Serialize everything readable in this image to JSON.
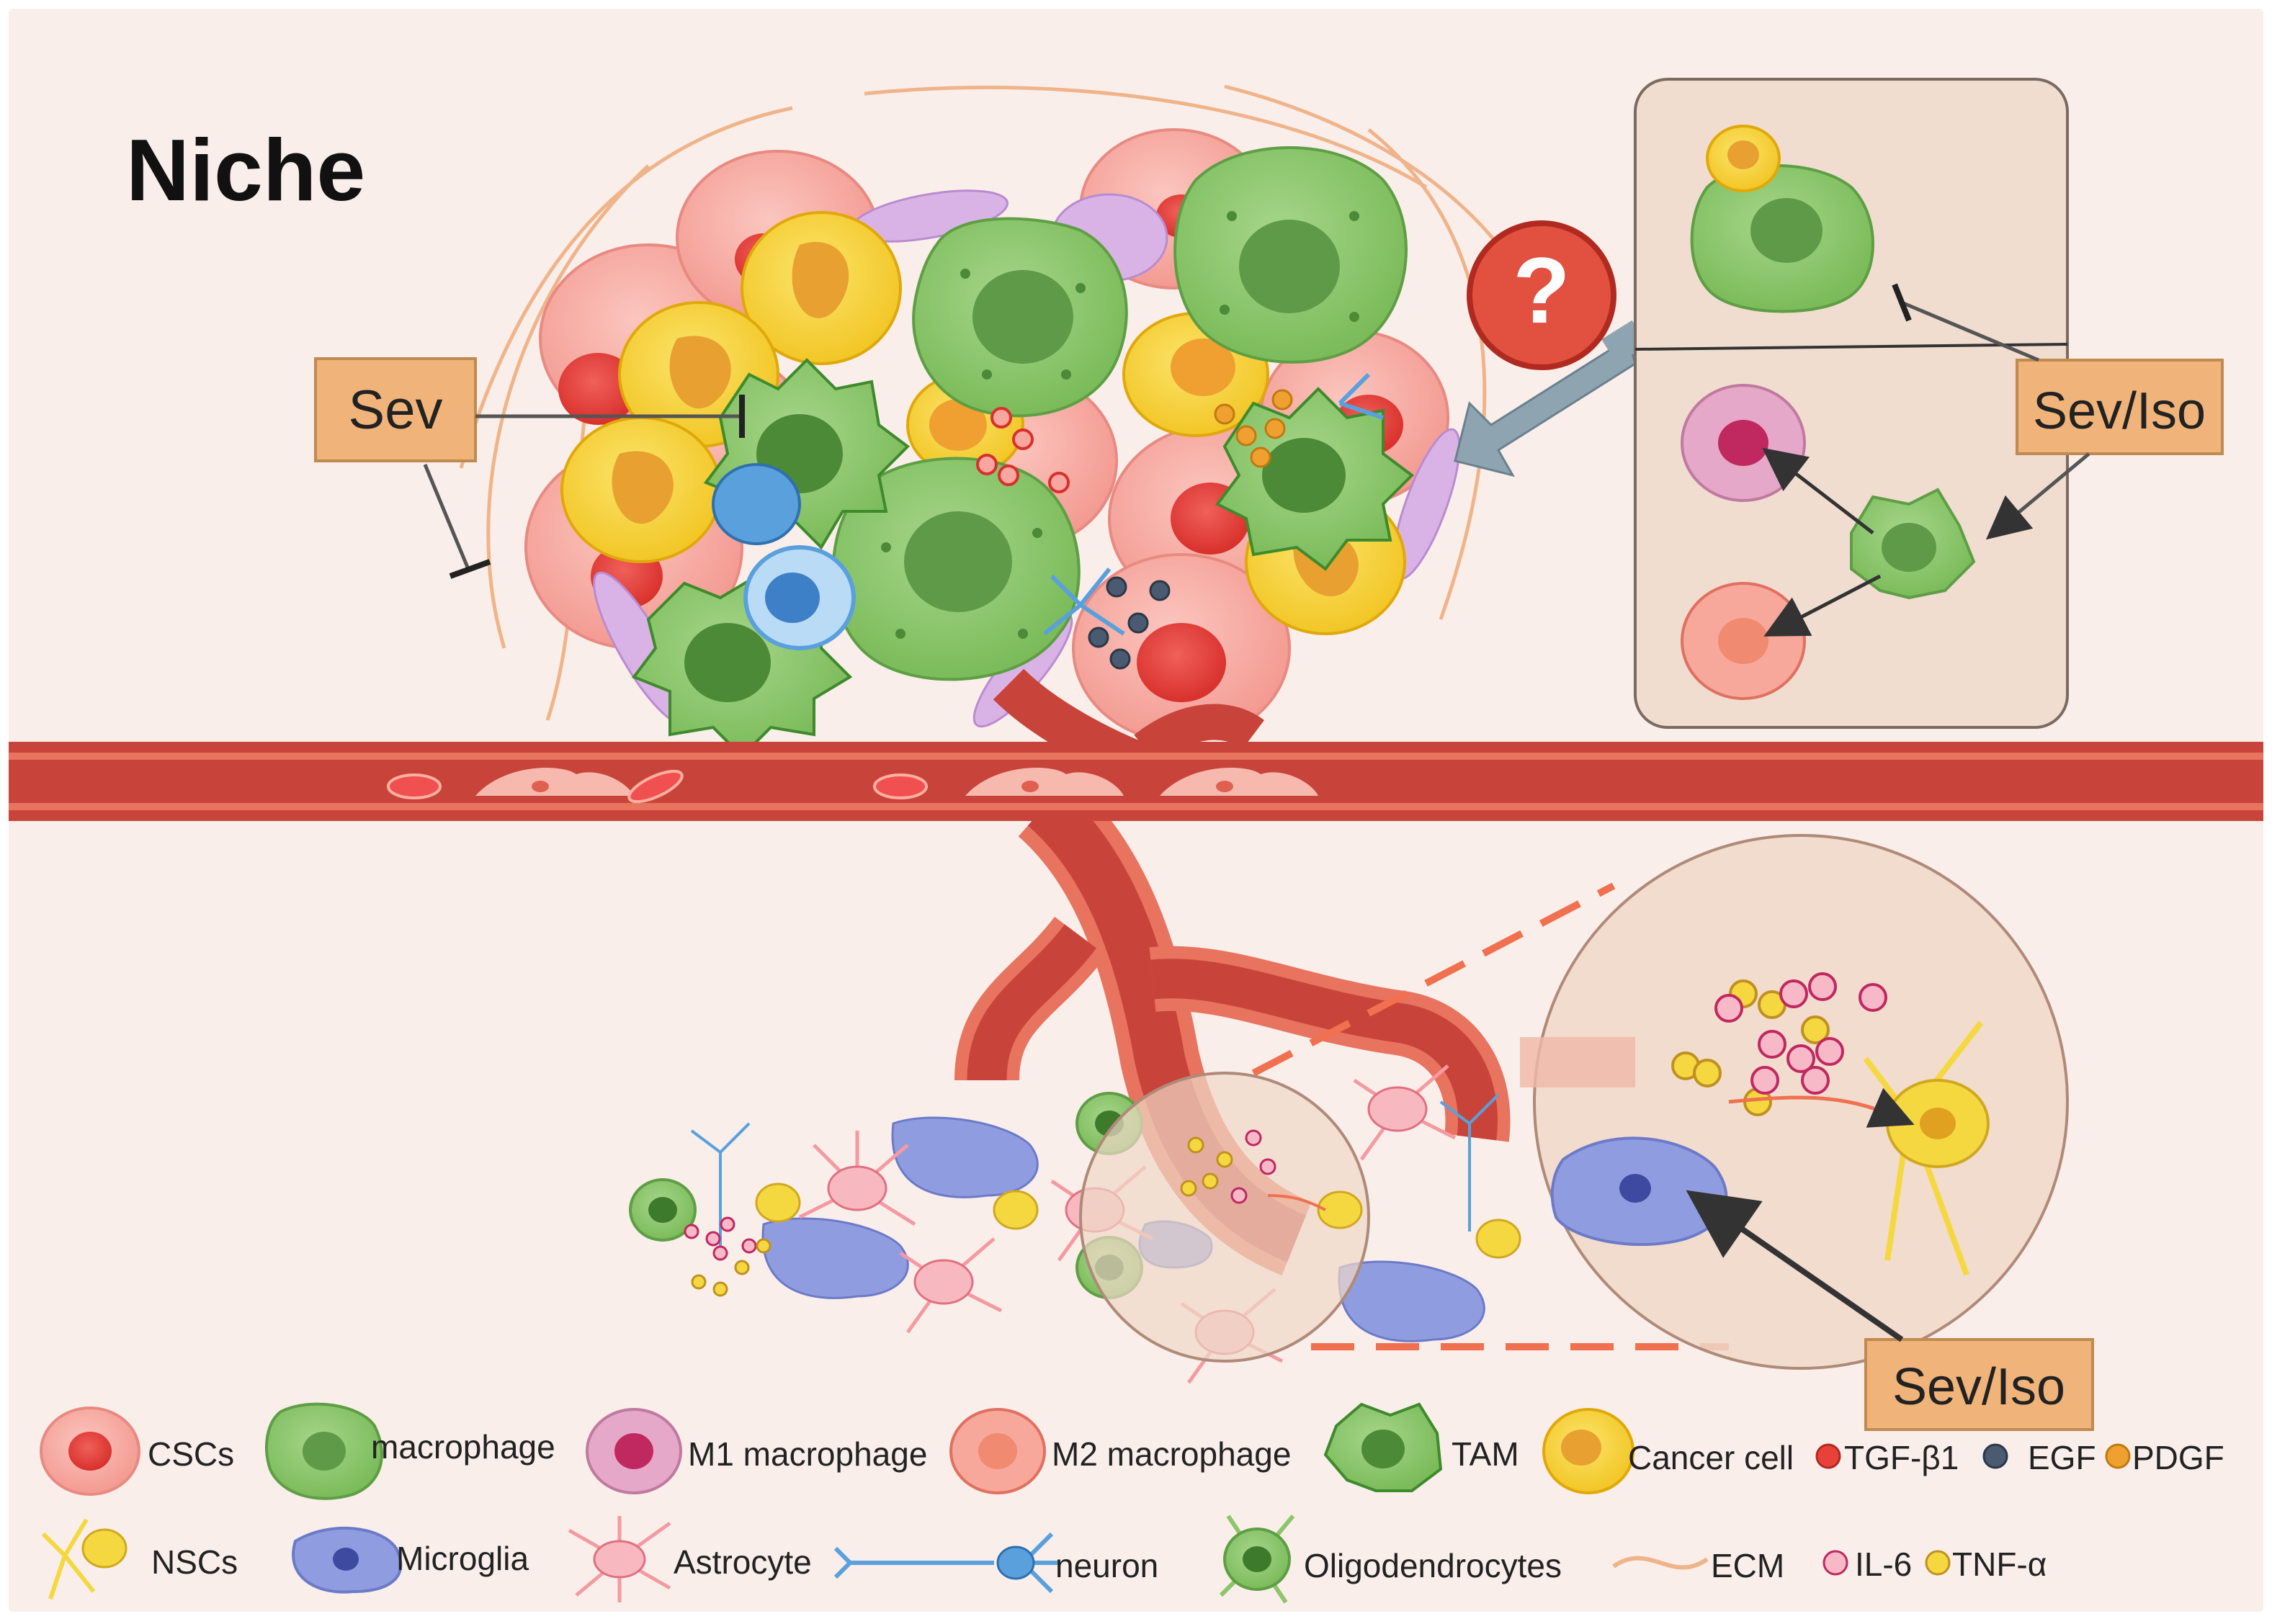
{
  "title": "Niche",
  "labels": {
    "sev": "Sev",
    "sev_iso_top": "Sev/Iso",
    "sev_iso_bottom": "Sev/Iso",
    "question": "?"
  },
  "legend": {
    "row1": [
      {
        "key": "cscs",
        "label": "CSCs"
      },
      {
        "key": "macrophage",
        "label": "macrophage"
      },
      {
        "key": "m1",
        "label": "M1 macrophage"
      },
      {
        "key": "m2",
        "label": "M2 macrophage"
      },
      {
        "key": "tam",
        "label": "TAM"
      },
      {
        "key": "cancer",
        "label": "Cancer cell"
      }
    ],
    "row2": [
      {
        "key": "nscs",
        "label": "NSCs"
      },
      {
        "key": "microglia",
        "label": "Microglia"
      },
      {
        "key": "astrocyte",
        "label": "Astrocyte"
      },
      {
        "key": "neuron",
        "label": "neuron"
      },
      {
        "key": "oligo",
        "label": "Oligodendrocytes"
      },
      {
        "key": "ecm",
        "label": "ECM"
      }
    ],
    "molecules": [
      {
        "key": "tgf",
        "label": "TGF-β1",
        "color": "#e8413a"
      },
      {
        "key": "egf",
        "label": "EGF",
        "color": "#4a5a70"
      },
      {
        "key": "pdgf",
        "label": "PDGF",
        "color": "#f0a030"
      },
      {
        "key": "il6",
        "label": "IL-6",
        "color": "#f7b8c8"
      },
      {
        "key": "tnf",
        "label": "TNF-α",
        "color": "#f5d840"
      }
    ]
  },
  "colors": {
    "background": "#f9eeea",
    "vessel": "#c8443a",
    "vessel_light": "#e8735f",
    "label_box": "#f0b47a",
    "panel": "#f0ddd0",
    "csc": "#f6a7a0",
    "macrophage": "#8cc66a",
    "cancer": "#f5d33c",
    "microglia": "#8f9de0",
    "astrocyte": "#f49aa0",
    "neuron": "#5aa0dc",
    "question": "#e25040"
  }
}
